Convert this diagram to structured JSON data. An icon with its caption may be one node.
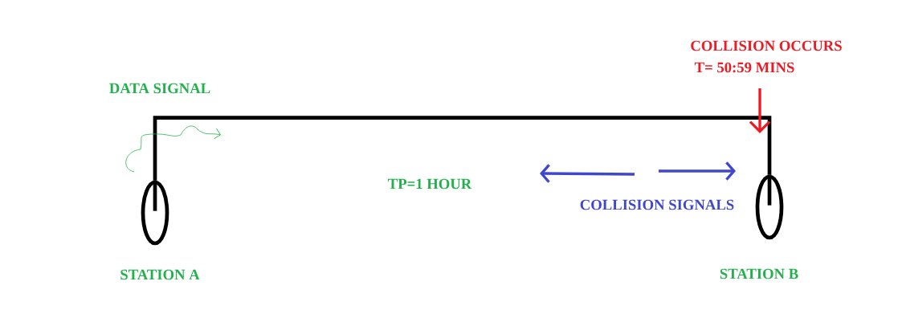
{
  "diagram": {
    "nodes": [
      {
        "text": [],
        "shape": "circle",
        "beside": [
          "STATION A"
        ]
      },
      {
        "text": [],
        "shape": "circle",
        "beside": [
          "STATION B"
        ]
      }
    ],
    "edges": [
      {
        "from": 0,
        "to": 1,
        "arrow": "none",
        "label": "TP=1 HOUR"
      }
    ],
    "labels": [
      "DATA SIGNAL",
      "COLLISION OCCURS",
      "T= 50:59 MINS",
      "COLLISION SIGNALS"
    ]
  }
}
